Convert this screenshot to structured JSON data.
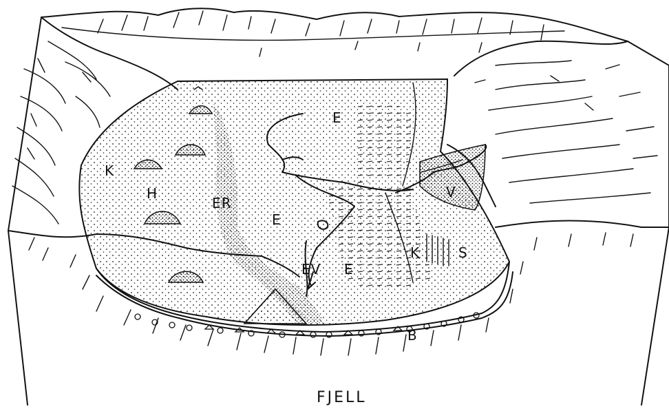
{
  "diagram": {
    "labels": {
      "E_upper": "E",
      "K_left": "K",
      "H": "H",
      "ER": "ER",
      "E_middle": "E",
      "EV": "EV",
      "E_lower": "E",
      "K_right": "K",
      "S": "S",
      "V": "V",
      "B": "B",
      "bedrock": "FJELL"
    }
  }
}
